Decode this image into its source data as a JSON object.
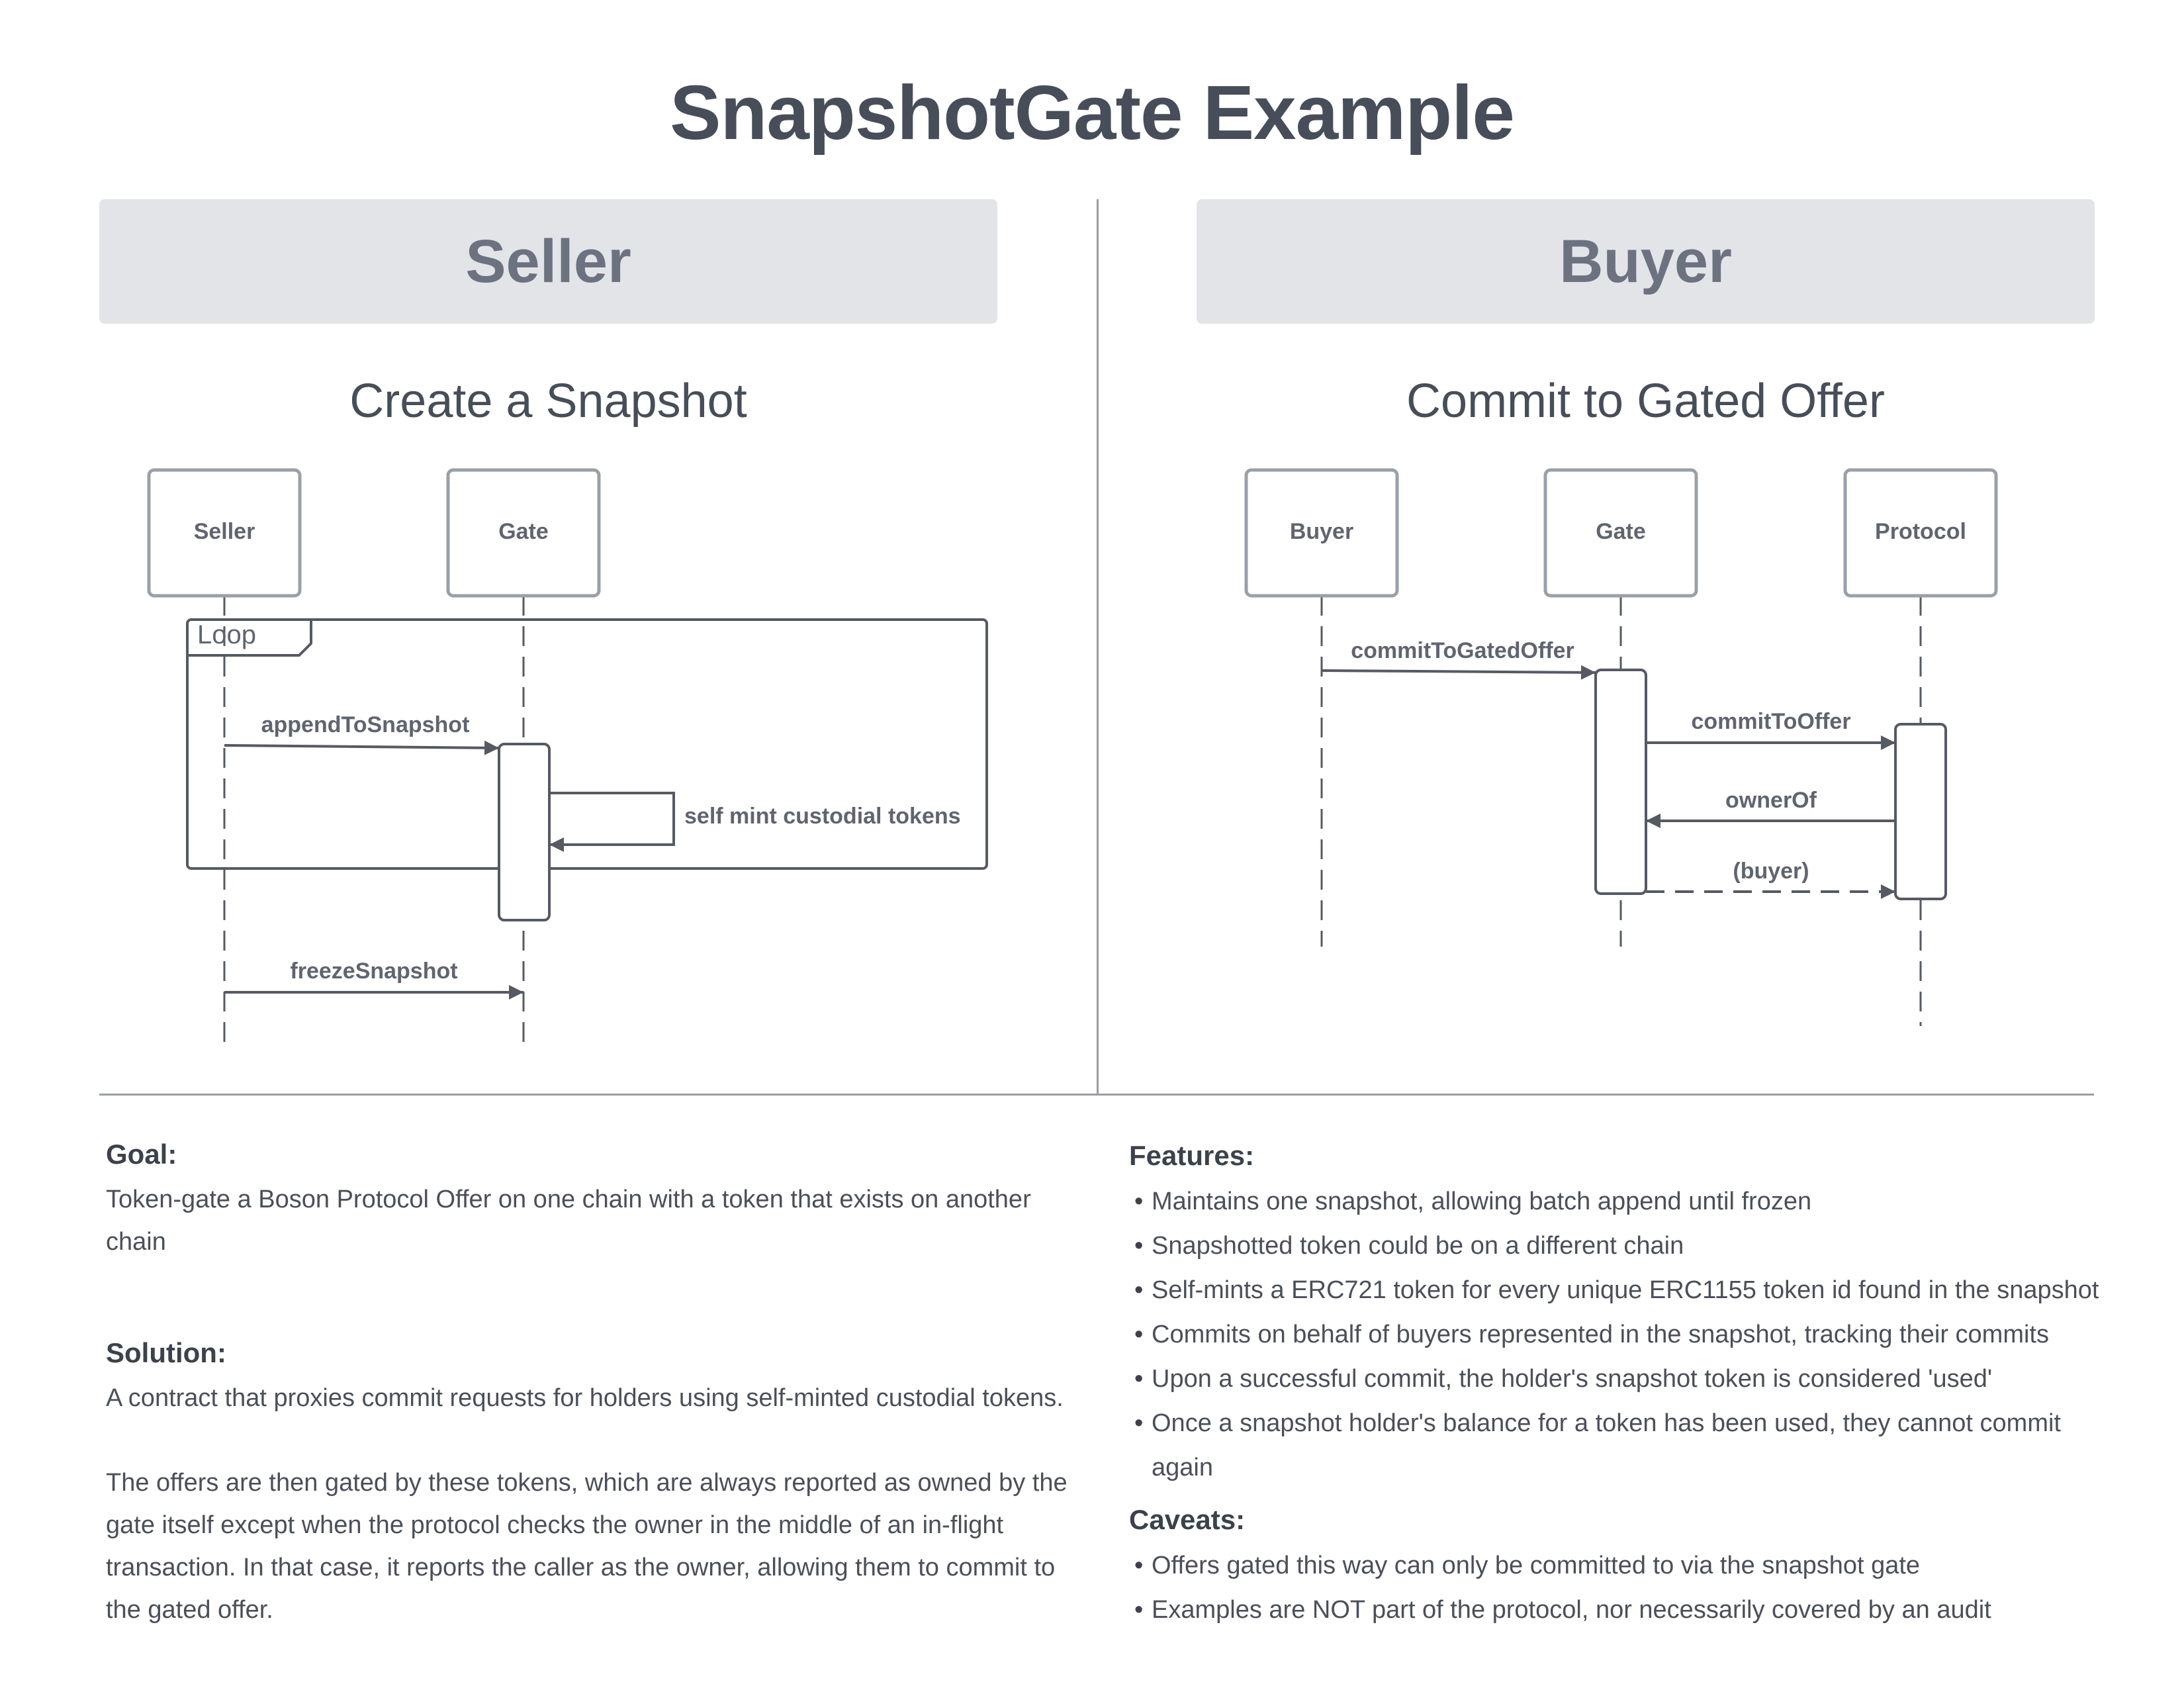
{
  "page_title": "SnapshotGate Example",
  "seller_panel": {
    "banner": "Seller",
    "subtitle": "Create a Snapshot",
    "participants": [
      "Seller",
      "Gate"
    ],
    "loop_label": "Loop",
    "messages": {
      "append": "appendToSnapshot",
      "self_mint": "self mint custodial tokens",
      "freeze": "freezeSnapshot"
    }
  },
  "buyer_panel": {
    "banner": "Buyer",
    "subtitle": "Commit to Gated Offer",
    "participants": [
      "Buyer",
      "Gate",
      "Protocol"
    ],
    "messages": {
      "commit_gated": "commitToGatedOffer",
      "commit": "commitToOffer",
      "owner_of": "ownerOf",
      "buyer_return": "(buyer)"
    }
  },
  "goal": {
    "heading": "Goal:",
    "text": "Token-gate a Boson Protocol Offer on one chain with a token that exists on another chain"
  },
  "solution": {
    "heading": "Solution:",
    "paragraphs": [
      "A contract that proxies commit requests for holders using self-minted custodial tokens.",
      "The offers are then gated by these tokens, which are always reported as owned by the gate itself except when the protocol checks the owner in the middle of an in-flight transaction. In that case, it reports the caller as the owner, allowing them to commit to the gated offer."
    ]
  },
  "features": {
    "heading": "Features:",
    "items": [
      "Maintains one snapshot, allowing batch append until frozen",
      "Snapshotted token could be on a different chain",
      "Self-mints a ERC721 token for every unique ERC1155 token id found in the snapshot",
      "Commits on behalf of buyers represented in the snapshot, tracking their commits",
      "Upon a successful commit, the holder's snapshot token is considered 'used'",
      "Once a snapshot holder's balance for a token has been used, they cannot commit again"
    ]
  },
  "caveats": {
    "heading": "Caveats:",
    "items": [
      "Offers gated this way can only be committed to via the snapshot gate",
      "Examples are NOT part of the protocol, nor necessarily covered by an audit"
    ]
  }
}
